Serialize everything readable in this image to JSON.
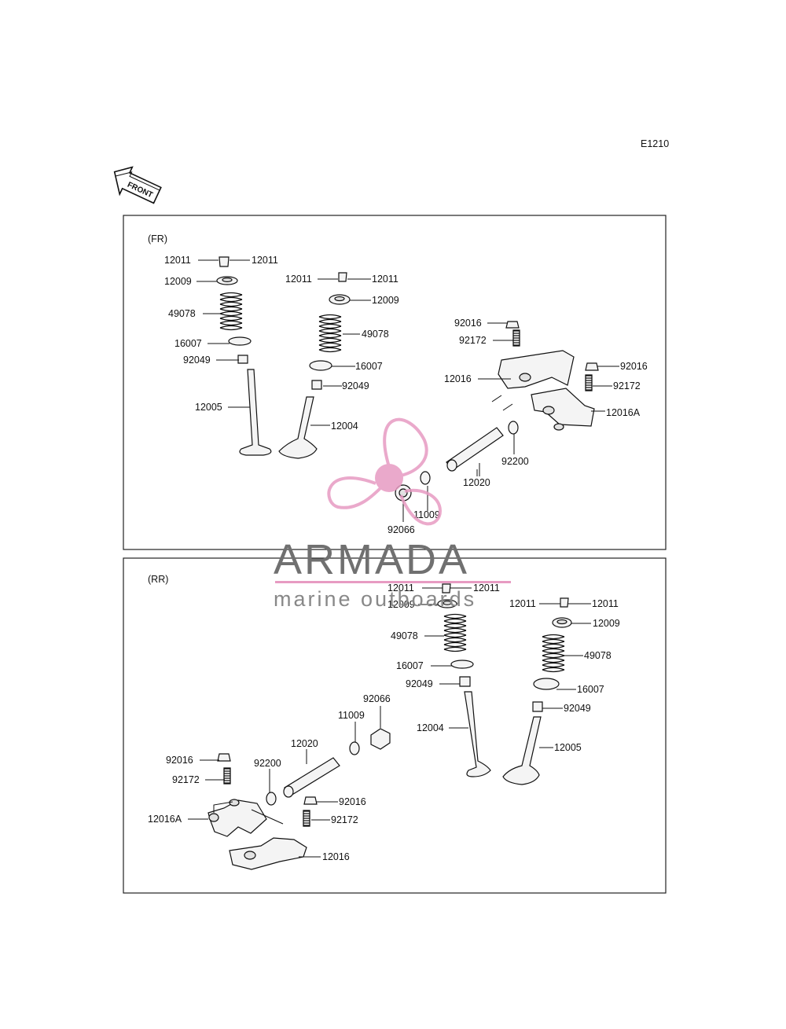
{
  "diagram_code": "E1210",
  "front_label": "FRONT",
  "sections": {
    "fr": "(FR)",
    "rr": "(RR)"
  },
  "watermark": {
    "brand": "ARMADA",
    "tagline": "marine outboards",
    "color": "#e79bc2"
  },
  "parts": {
    "p12011": "12011",
    "p12009": "12009",
    "p49078": "49078",
    "p16007": "16007",
    "p92049": "92049",
    "p12005": "12005",
    "p12004": "12004",
    "p92016": "92016",
    "p92172": "92172",
    "p12016": "12016",
    "p12016A": "12016A",
    "p92200": "92200",
    "p12020": "12020",
    "p11009": "11009",
    "p92066": "92066"
  }
}
